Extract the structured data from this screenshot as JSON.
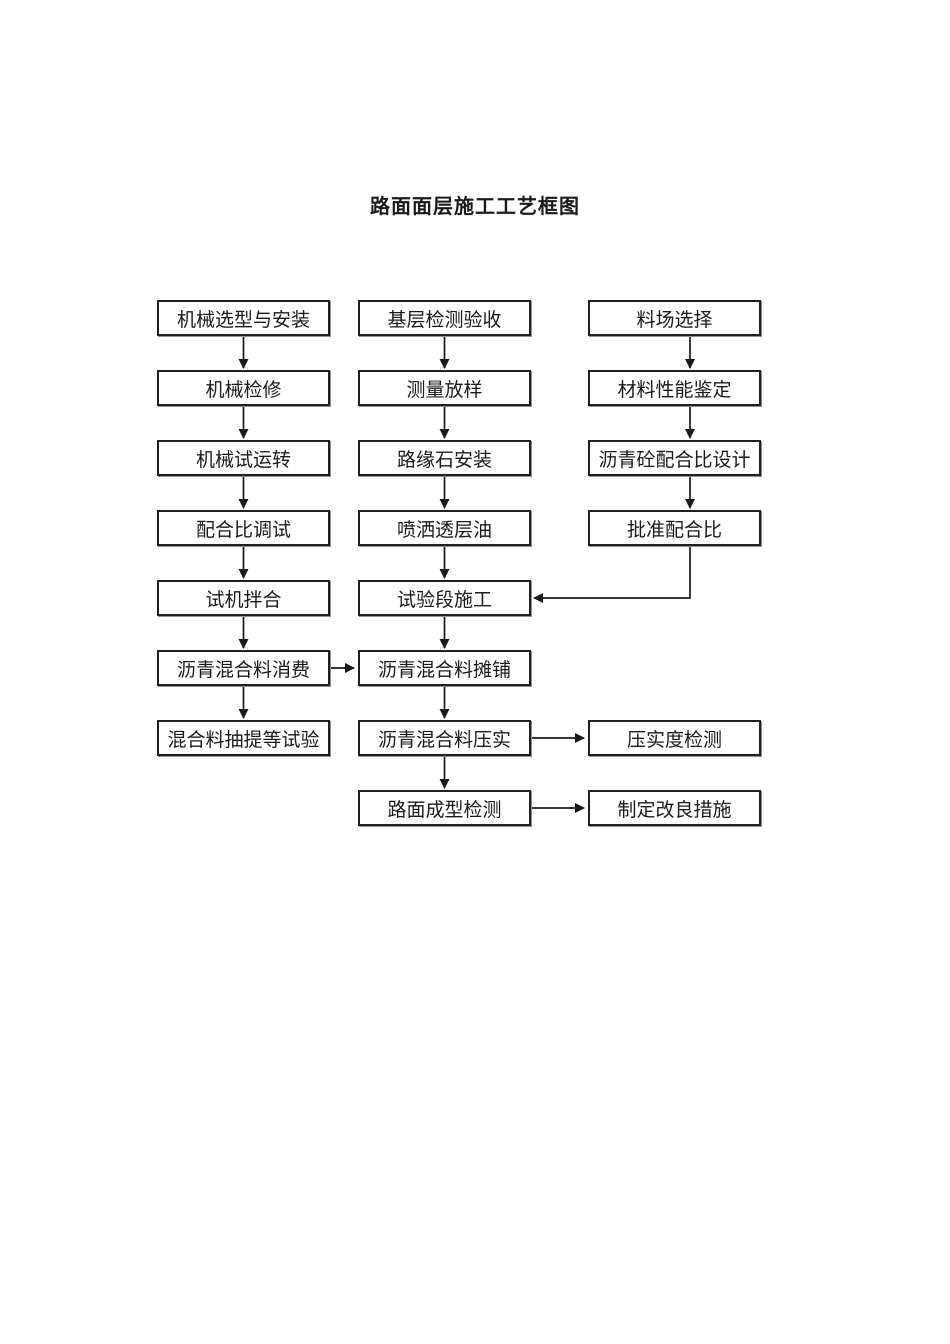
{
  "page": {
    "title": "路面面层施工工艺框图"
  },
  "flowchart": {
    "col1": [
      "机械选型与安装",
      "机械检修",
      "机械试运转",
      "配合比调试",
      "试机拌合",
      "沥青混合料消费",
      "混合料抽提等试验"
    ],
    "col2": [
      "基层检测验收",
      "测量放样",
      "路缘石安装",
      "喷洒透层油",
      "试验段施工",
      "沥青混合料摊铺",
      "沥青混合料压实",
      "路面成型检测"
    ],
    "col3": [
      "料场选择",
      "材料性能鉴定",
      "沥青砼配合比设计",
      "批准配合比"
    ],
    "side": [
      "压实度检测",
      "制定改良措施"
    ],
    "line_color": "#1a1a1a"
  }
}
